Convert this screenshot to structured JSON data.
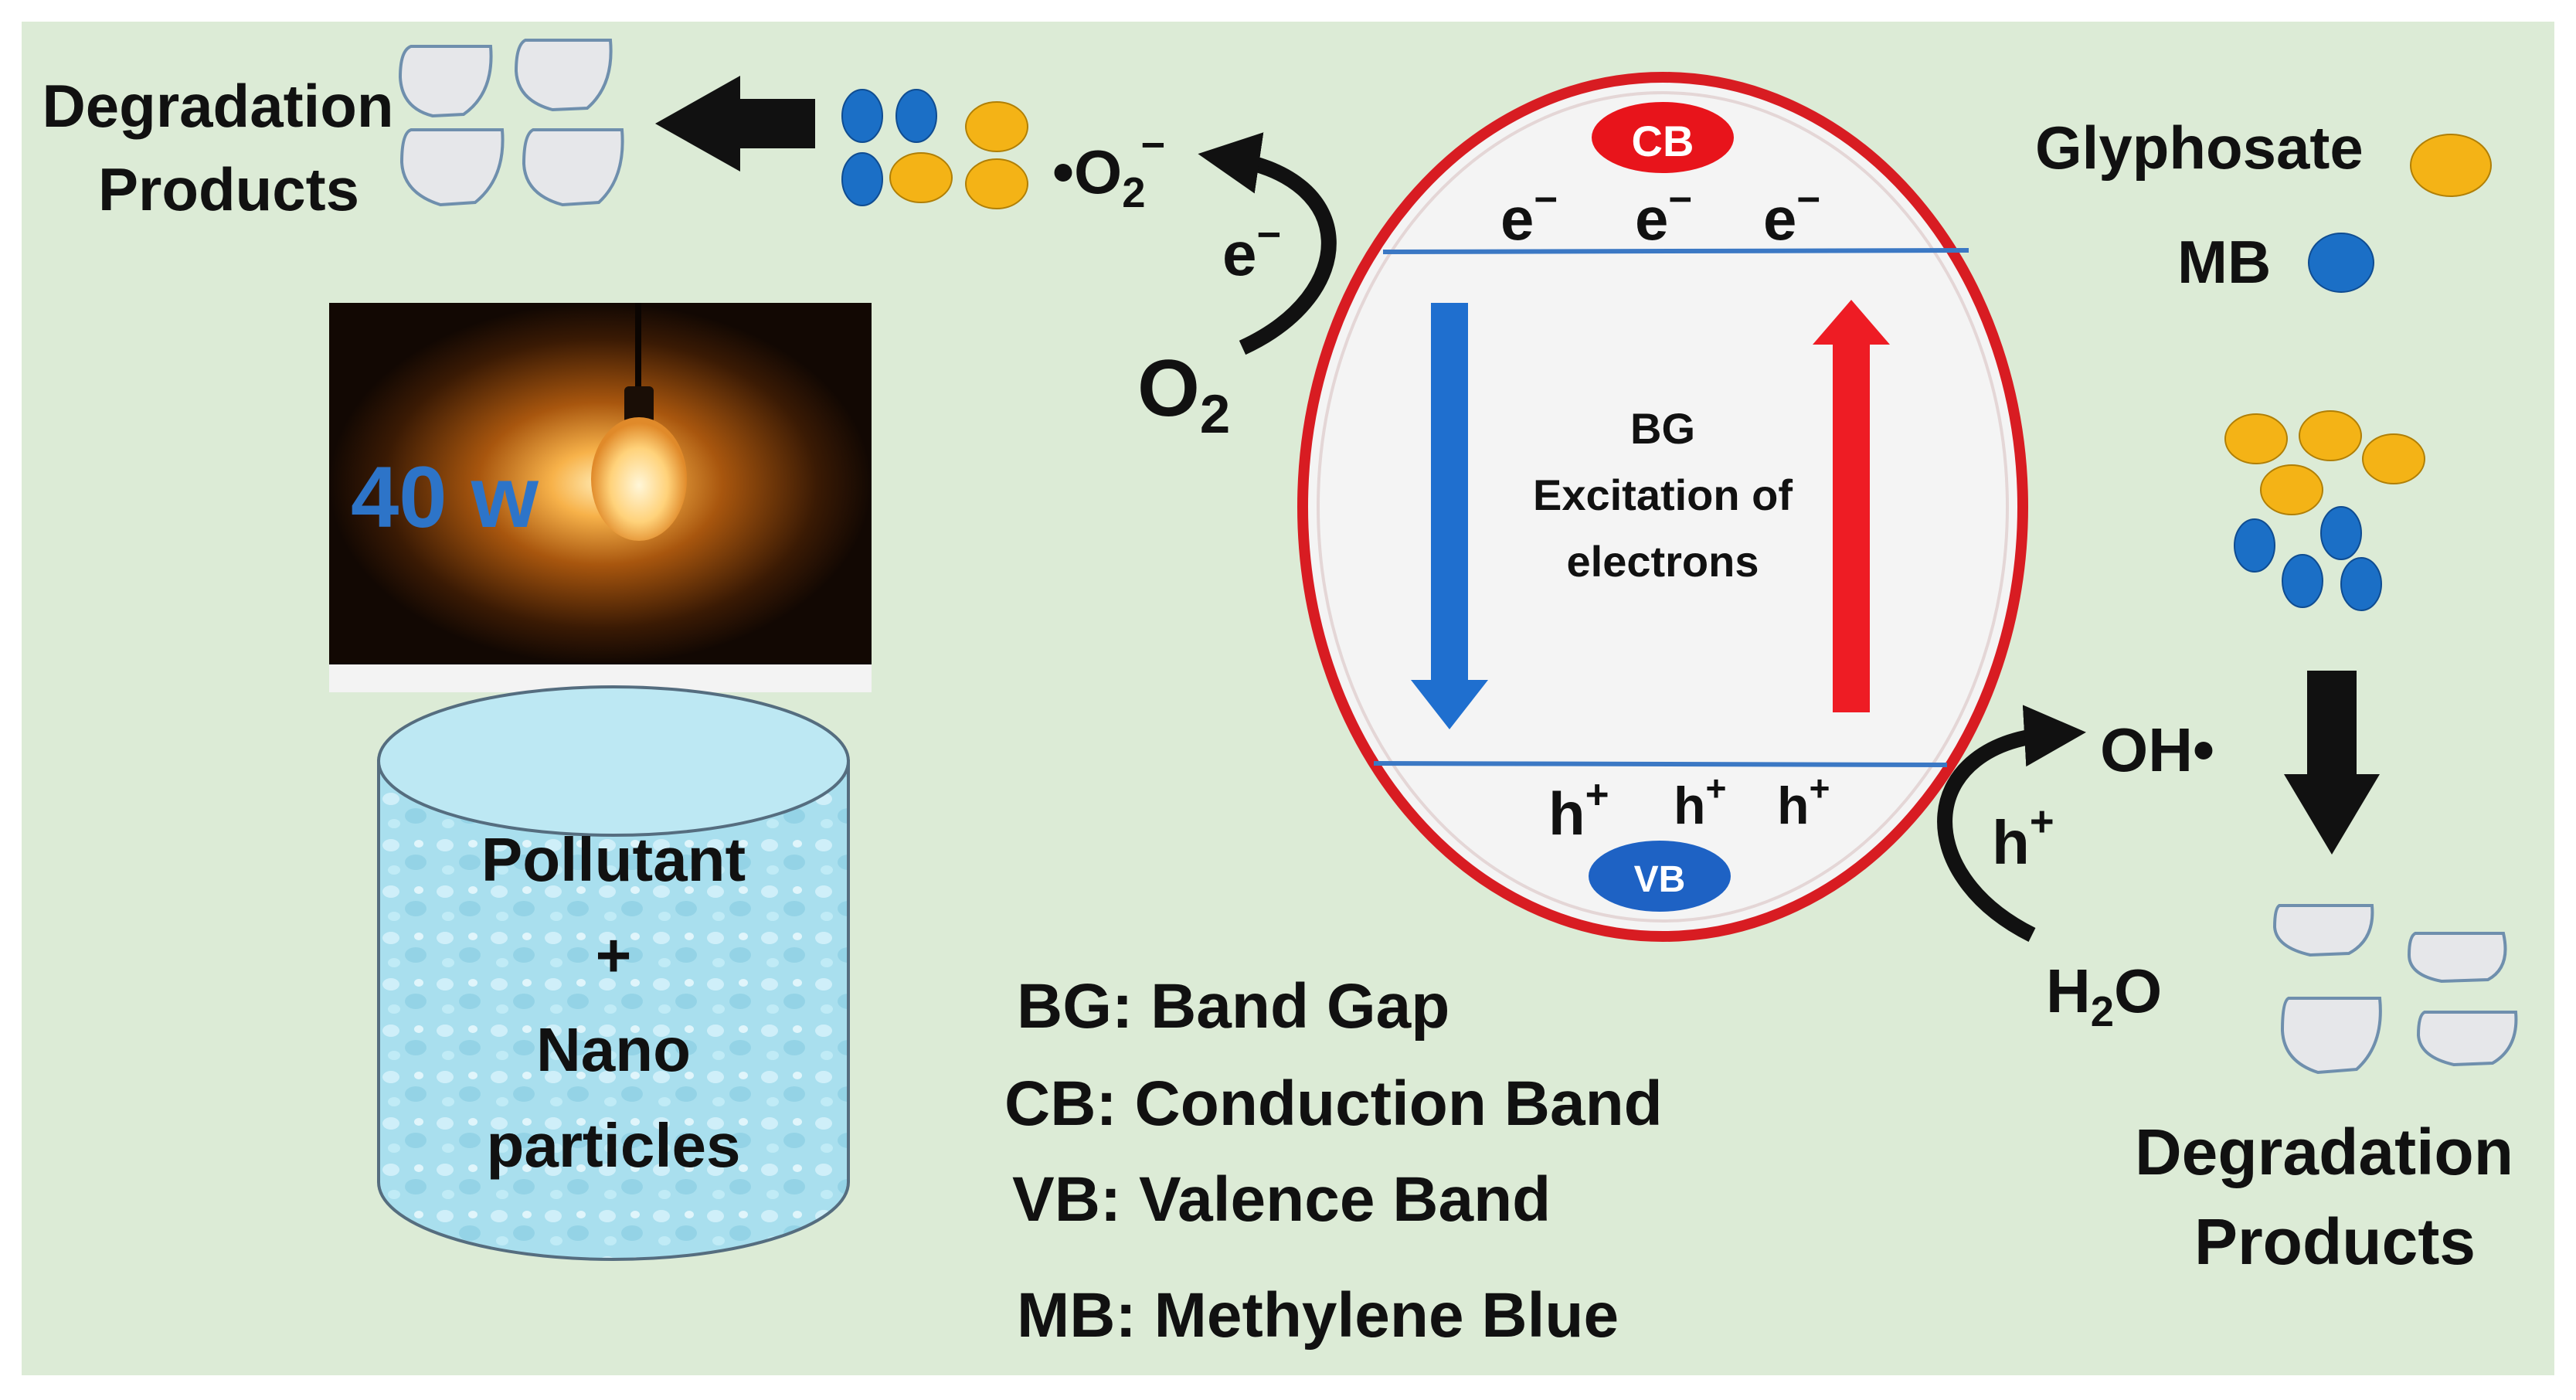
{
  "left_products": {
    "line1": "Degradation",
    "line2": "Products"
  },
  "right_products": {
    "line1": "Degradation",
    "line2": "Products"
  },
  "superoxide": {
    "base": "•O",
    "sub": "2",
    "sup": "−"
  },
  "oxygen": {
    "base": "O",
    "sub": "2"
  },
  "electron_label": {
    "base": "e",
    "sup": "−"
  },
  "hole_label": {
    "base": "h",
    "sup": "+"
  },
  "hydroxyl": "OH•",
  "water": {
    "pre": "H",
    "sub": "2",
    "post": "O"
  },
  "lamp": {
    "label": "40 w"
  },
  "beaker": {
    "line1": "Pollutant",
    "line2": "+",
    "line3": "Nano",
    "line4": "particles"
  },
  "cell": {
    "cb_label": "CB",
    "vb_label": "VB",
    "center_line1": "BG",
    "center_line2": "Excitation of",
    "center_line3": "electrons",
    "electrons": [
      "e",
      "e",
      "e"
    ],
    "electron_sup": "−",
    "holes": [
      "h",
      "h",
      "h"
    ],
    "hole_sup": "+"
  },
  "legend_molecules": {
    "glyphosate": "Glyphosate",
    "mb": "MB"
  },
  "abbreviations": [
    "BG: Band Gap",
    "CB: Conduction Band",
    "VB: Valence Band",
    "MB: Methylene Blue"
  ],
  "colors": {
    "background": "#dcebd6",
    "glyphosate": "#f4b316",
    "mb": "#1b6fc6",
    "cb_fill": "#e8141b",
    "vb_fill": "#1e62c4",
    "cell_ring": "#d81c22",
    "down_arrow": "#1f6fcf",
    "up_arrow": "#ee1c24",
    "band_line": "#3b78c4",
    "lamp_text": "#2d74c8",
    "beaker_fill": "#a9dfee"
  }
}
